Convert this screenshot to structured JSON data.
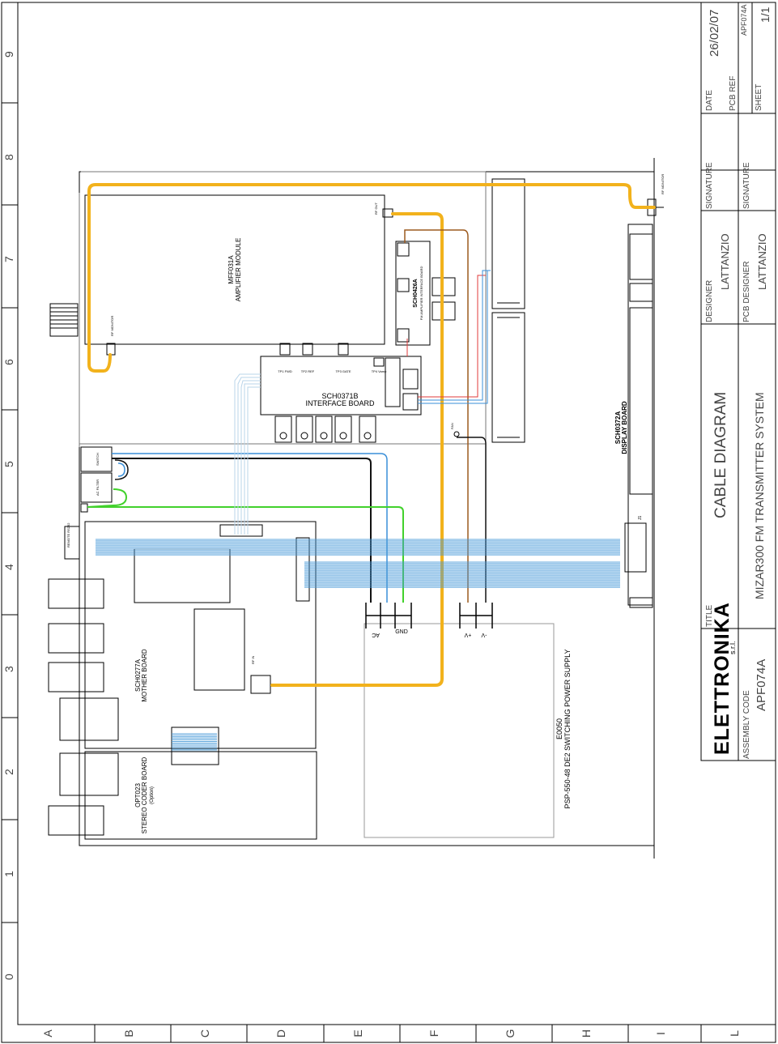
{
  "frame": {
    "grid_numbers": [
      "0",
      "1",
      "2",
      "3",
      "4",
      "5",
      "6",
      "7",
      "8",
      "9"
    ],
    "grid_letters": [
      "A",
      "B",
      "C",
      "D",
      "E",
      "F",
      "G",
      "H",
      "I",
      "L"
    ]
  },
  "title_block": {
    "company": "ELETTRONIKA",
    "company_suffix": "s.r.l.",
    "assembly_code_label": "ASSEMBLY CODE",
    "assembly_code": "APF074A",
    "title_label": "TITLE",
    "title_main": "CABLE DIAGRAM",
    "title_sub": "MIZAR300 FM TRANSMITTER SYSTEM",
    "designer_label": "DESIGNER",
    "designer": "LATTANZIO",
    "pcb_designer_label": "PCB DESIGNER",
    "pcb_designer": "LATTANZIO",
    "signature_label": "SIGNATURE",
    "date_label": "DATE",
    "date": "26/02/07",
    "pcb_ref_label": "PCB REF",
    "pcb_ref": "APF074A",
    "sheet_label": "SHEET",
    "sheet": "1/1"
  },
  "boards": {
    "amplifier": [
      "MFF031A",
      "AMPLIFIER MODULE"
    ],
    "amp_interface": [
      "SCH0426A",
      "FM AMPLIFIER INTERFACE BOARD"
    ],
    "interface": [
      "SCH0371B",
      "INTERFACE BOARD"
    ],
    "display": [
      "SCH0372A",
      "DISPLAY BOARD"
    ],
    "mother": [
      "SCH0277A",
      "MOTHER BOARD"
    ],
    "stereo": [
      "OPT023",
      "STEREO CODER BOARD",
      "(Option)"
    ],
    "power": [
      "E0050",
      "PSP-550-48 DE2 SWITCHING POWER SUPPLY"
    ]
  },
  "small_labels": {
    "rf_monitor": "RF MONITOR",
    "rf_out": "RF OUT",
    "rf_in": "RF IN",
    "switch": "SWITCH",
    "ac_filter": "AC FILTER",
    "tp1": "TP1 FWD",
    "tp2": "TP2 REF",
    "tp3": "TP3 GATE",
    "tp4": "TP4 Vamp",
    "remote": "REMOTE RS232",
    "ac": "AC",
    "gnd": "GND",
    "vplus": "+V",
    "vminus": "-V",
    "j1": "J1",
    "fan": "FAN"
  },
  "colors": {
    "rf": "#f2b21c",
    "brown": "#9c5a1e",
    "red": "#e23b3b",
    "blue": "#3a8fd8",
    "green": "#42d12c",
    "black": "#111111",
    "ribbon": "#4a9ad8"
  }
}
